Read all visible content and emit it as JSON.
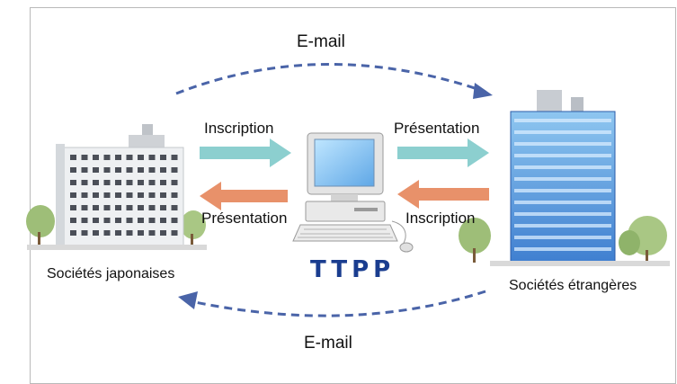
{
  "email_top": "E-mail",
  "email_bottom": "E-mail",
  "brand": "TTPP",
  "left_company": "Sociétés japonaises",
  "right_company": "Sociétés étrangères",
  "left_upper_arrow_label": "Inscription",
  "left_lower_arrow_label": "Présentation",
  "right_upper_arrow_label": "Présentation",
  "right_lower_arrow_label": "Inscription",
  "colors": {
    "forward_arrow": "#8ccfcf",
    "return_arrow": "#e8916a",
    "email_arc": "#4a64a8",
    "brand": "#1a3d8f",
    "border": "#b9b9b9"
  }
}
